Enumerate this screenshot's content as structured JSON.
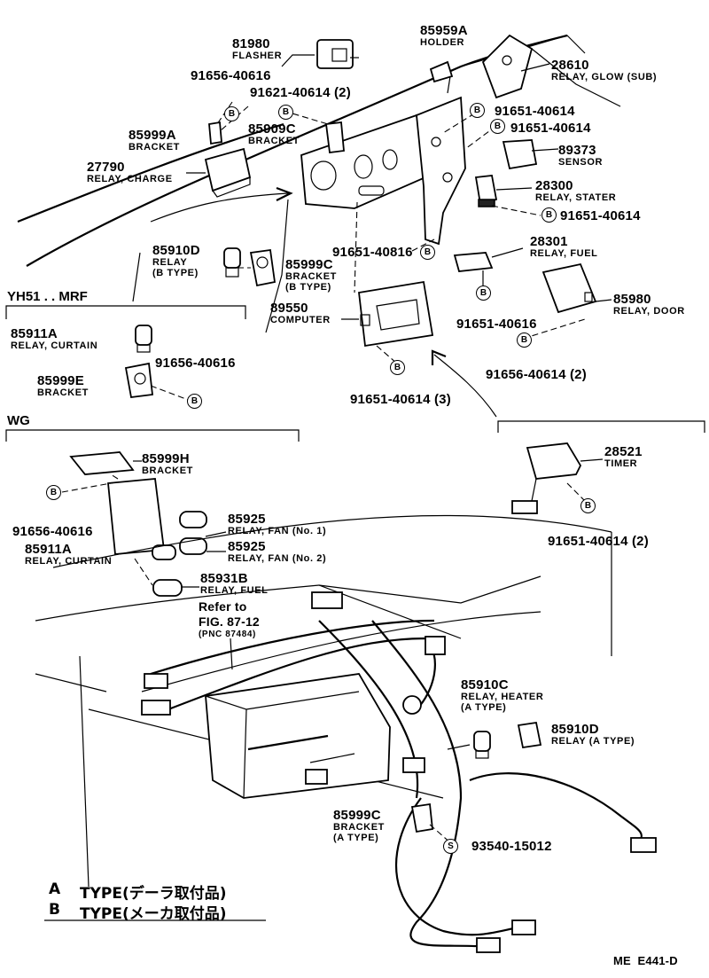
{
  "parts": [
    {
      "id": "81980",
      "name": "FLASHER"
    },
    {
      "id": "85959A",
      "name": "HOLDER"
    },
    {
      "id": "28610",
      "name": "RELAY, GLOW (SUB)"
    },
    {
      "id": "91656-40616",
      "name": ""
    },
    {
      "id": "91621-40614 (2)",
      "name": ""
    },
    {
      "id": "91651-40614",
      "name": ""
    },
    {
      "id": "91651-40614",
      "name": ""
    },
    {
      "id": "85999A",
      "name": "BRACKET"
    },
    {
      "id": "85909C",
      "name": "BRACKET"
    },
    {
      "id": "89373",
      "name": "SENSOR"
    },
    {
      "id": "27790",
      "name": "RELAY, CHARGE"
    },
    {
      "id": "28300",
      "name": "RELAY, STATER"
    },
    {
      "id": "91651-40614",
      "name": ""
    },
    {
      "id": "85910D",
      "name": "RELAY\n(B TYPE)"
    },
    {
      "id": "85999C",
      "name": "BRACKET\n(B TYPE)"
    },
    {
      "id": "91651-40816",
      "name": ""
    },
    {
      "id": "28301",
      "name": "RELAY, FUEL"
    },
    {
      "id": "89550",
      "name": "COMPUTER"
    },
    {
      "id": "85980",
      "name": "RELAY, DOOR"
    },
    {
      "id": "85911A",
      "name": "RELAY, CURTAIN"
    },
    {
      "id": "91651-40616",
      "name": ""
    },
    {
      "id": "85999E",
      "name": "BRACKET"
    },
    {
      "id": "91656-40616",
      "name": ""
    },
    {
      "id": "91656-40614 (2)",
      "name": ""
    },
    {
      "id": "91651-40614 (3)",
      "name": ""
    },
    {
      "id": "85999H",
      "name": "BRACKET"
    },
    {
      "id": "28521",
      "name": "TIMER"
    },
    {
      "id": "91656-40616",
      "name": ""
    },
    {
      "id": "85925",
      "name": "RELAY, FAN (No. 1)"
    },
    {
      "id": "85911A",
      "name": "RELAY, CURTAIN"
    },
    {
      "id": "85925",
      "name": "RELAY, FAN (No. 2)"
    },
    {
      "id": "91651-40614 (2)",
      "name": ""
    },
    {
      "id": "85931B",
      "name": "RELAY, FUEL"
    },
    {
      "id": "85910C",
      "name": "RELAY, HEATER\n(A TYPE)"
    },
    {
      "id": "85910D",
      "name": "RELAY (A TYPE)"
    },
    {
      "id": "85999C",
      "name": "BRACKET\n(A TYPE)"
    },
    {
      "id": "93540-15012",
      "name": ""
    }
  ],
  "refer": {
    "line1": "Refer to",
    "line2": "FIG. 87-12",
    "line3": "(PNC 87484)"
  },
  "sections": {
    "yh51": "YH51 . . MRF",
    "wg": "WG"
  },
  "callouts": {
    "b": "B",
    "s": "S"
  },
  "legend": [
    {
      "key": "A",
      "text": "TYPE(デーラ取付品)"
    },
    {
      "key": "B",
      "text": "TYPE(メーカ取付品)"
    }
  ],
  "figure_code": "ME  E441-D"
}
